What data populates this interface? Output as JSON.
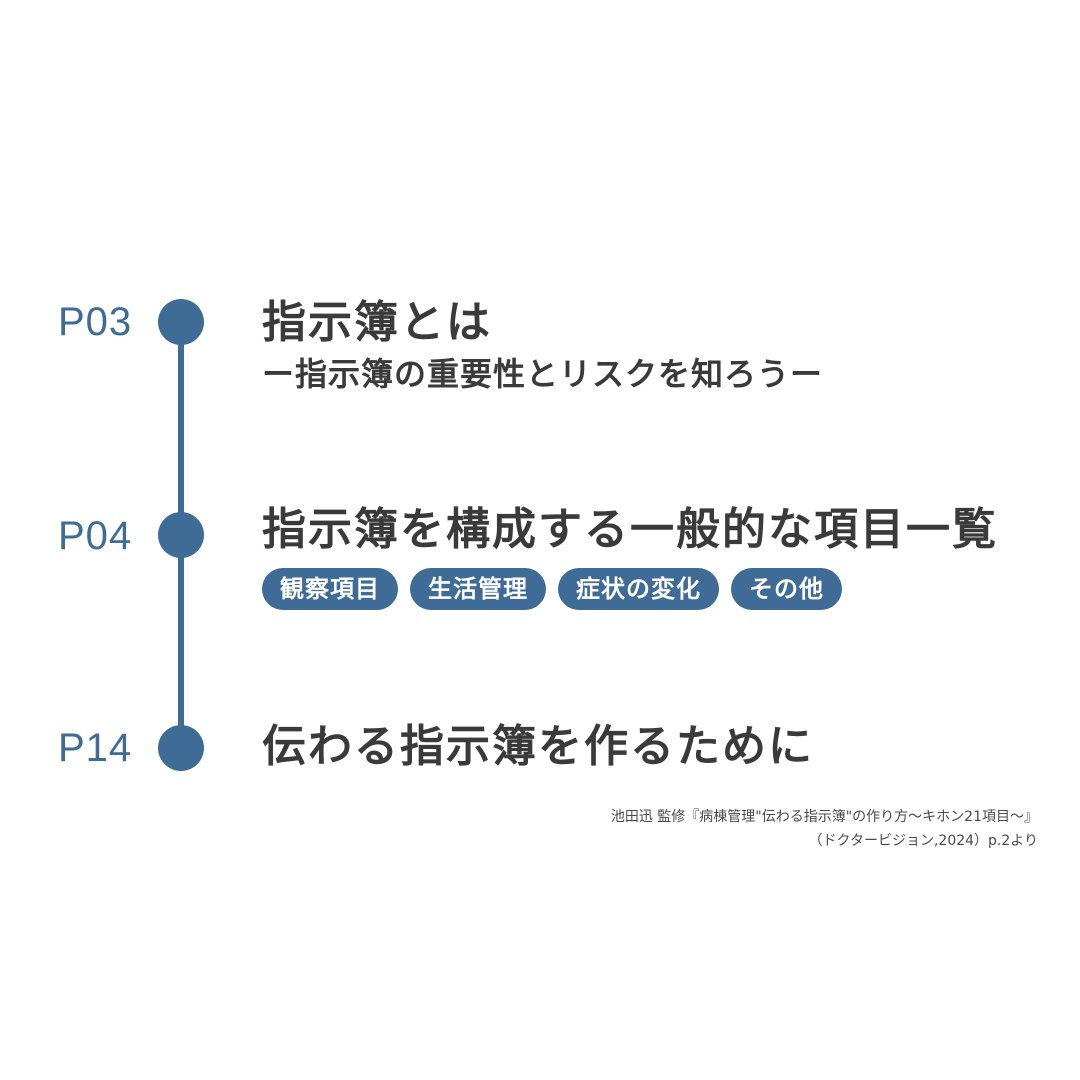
{
  "entries": [
    {
      "page": "P03",
      "title": "指示簿とは",
      "subtitle": "ー指示簿の重要性とリスクを知ろうー"
    },
    {
      "page": "P04",
      "title": "指示簿を構成する一般的な項目一覧",
      "tags": [
        "観察項目",
        "生活管理",
        "症状の変化",
        "その他"
      ]
    },
    {
      "page": "P14",
      "title": "伝わる指示簿を作るために"
    }
  ],
  "citation": {
    "line1": "池田迅 監修『病棟管理\"伝わる指示簿\"の作り方〜キホン21項目〜』",
    "line2": "（ドクタービジョン,2024）p.2より"
  },
  "colors": {
    "accent": "#3f6b97",
    "text": "#3a3a3a"
  }
}
